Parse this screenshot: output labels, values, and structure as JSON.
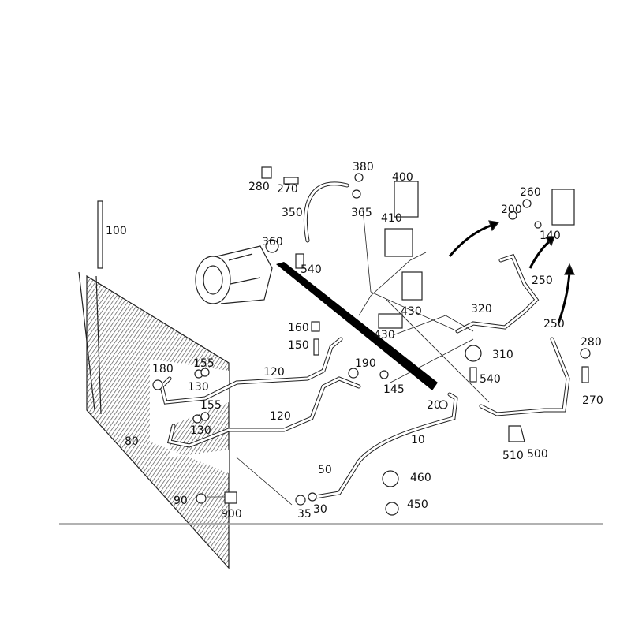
{
  "diagram": {
    "type": "exploded parts diagram",
    "callouts": [
      "100",
      "380",
      "400",
      "280",
      "270",
      "350",
      "365",
      "410",
      "260",
      "200",
      "140",
      "360",
      "540",
      "250",
      "430",
      "320",
      "160",
      "150",
      "430",
      "310",
      "250",
      "280",
      "180",
      "155",
      "120",
      "190",
      "145",
      "540",
      "130",
      "155",
      "120",
      "20",
      "270",
      "130",
      "10",
      "80",
      "510",
      "500",
      "50",
      "460",
      "90",
      "900",
      "35",
      "30",
      "450"
    ]
  },
  "colors": {
    "line": "#222222",
    "divider": "#999999",
    "arrow": "#000000"
  }
}
